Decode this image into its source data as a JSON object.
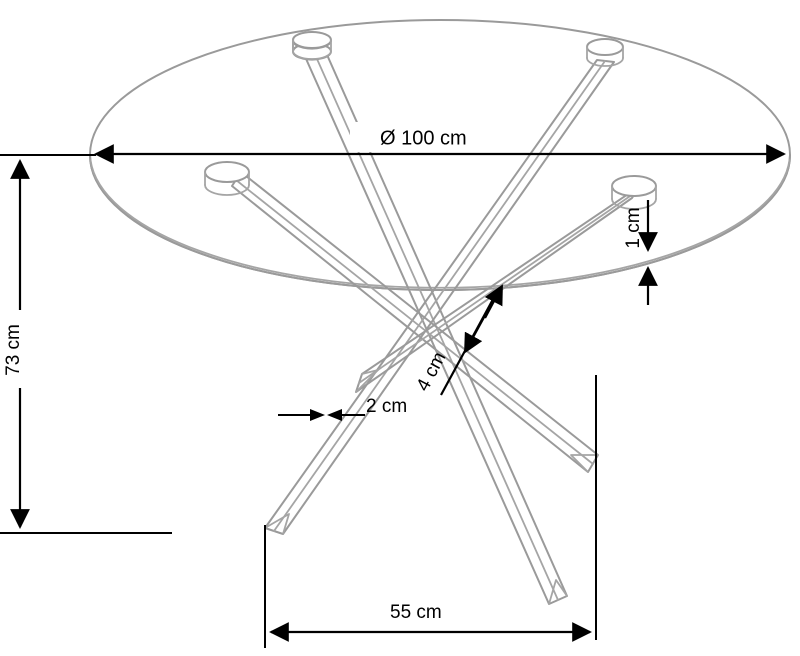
{
  "drawing": {
    "subject": "round-glass-table-technical-drawing",
    "background_color": "#ffffff",
    "outline_color": "#9a9a9a",
    "dimension_color": "#000000",
    "units": "cm"
  },
  "dimensions": {
    "diameter": {
      "name": "table-top-diameter",
      "label": "Ø 100 cm",
      "value": 100,
      "unit": "cm",
      "orientation": "horizontal",
      "symbol": "Ø"
    },
    "height": {
      "name": "table-height",
      "label": "73 cm",
      "value": 73,
      "unit": "cm",
      "orientation": "vertical-rotated"
    },
    "base_span": {
      "name": "leg-base-span",
      "label": "55 cm",
      "value": 55,
      "unit": "cm",
      "orientation": "horizontal"
    },
    "leg_width": {
      "name": "leg-profile-width",
      "label": "2 cm",
      "value": 2,
      "unit": "cm",
      "orientation": "horizontal"
    },
    "leg_depth": {
      "name": "leg-profile-depth",
      "label": "4 cm",
      "value": 4,
      "unit": "cm",
      "orientation": "diagonal-rotated"
    },
    "glass_thickness": {
      "name": "glass-top-thickness",
      "label": "1 cm",
      "value": 1,
      "unit": "cm",
      "orientation": "vertical-rotated"
    }
  },
  "components": {
    "table_top": {
      "name": "glass-table-top",
      "shape": "ellipse",
      "count": 1
    },
    "leg_caps": {
      "name": "leg-mounting-cap",
      "shape": "cylinder",
      "count": 4
    },
    "legs": {
      "name": "crossed-table-leg",
      "count": 4
    }
  }
}
